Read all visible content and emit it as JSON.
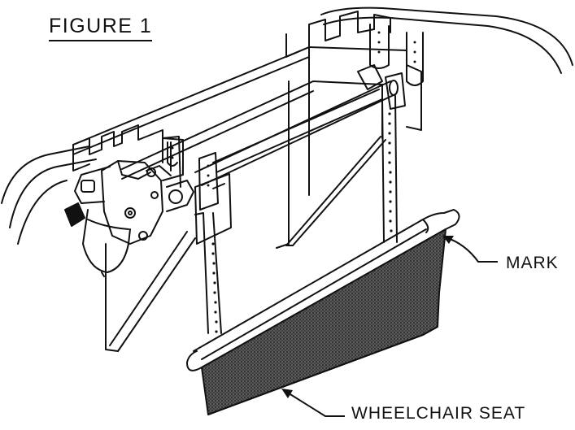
{
  "figure": {
    "title": "FIGURE 1"
  },
  "callouts": {
    "mark": "MARK",
    "wheelchair_seat": "WHEELCHAIR SEAT"
  },
  "colors": {
    "ink": "#111111",
    "paper": "#ffffff",
    "seat_fill": "#3a3a3a"
  }
}
